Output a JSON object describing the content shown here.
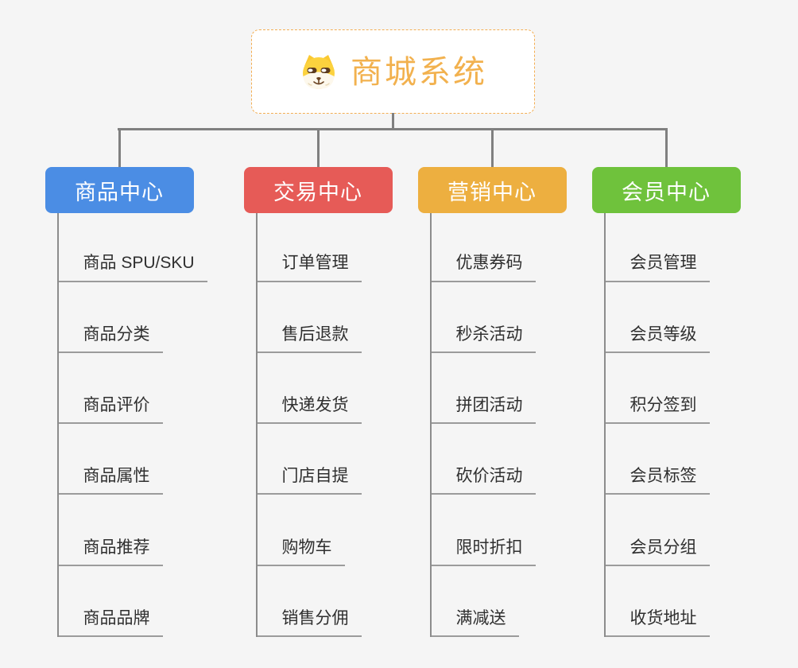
{
  "root": {
    "title": "商城系统",
    "icon": "doge-icon",
    "text_color": "#f2b14e",
    "border_color": "#f3ae53",
    "background": "#ffffff"
  },
  "connector_color": "#808080",
  "canvas_background": "#f5f5f5",
  "leaf_text_color": "#2f2f2f",
  "leaf_line_color": "#9b9b9b",
  "branches": [
    {
      "label": "商品中心",
      "color": "#4b8de4",
      "items": [
        "商品 SPU/SKU",
        "商品分类",
        "商品评价",
        "商品属性",
        "商品推荐",
        "商品品牌"
      ]
    },
    {
      "label": "交易中心",
      "color": "#e65b57",
      "items": [
        "订单管理",
        "售后退款",
        "快递发货",
        "门店自提",
        "购物车",
        "销售分佣"
      ]
    },
    {
      "label": "营销中心",
      "color": "#edaf40",
      "items": [
        "优惠券码",
        "秒杀活动",
        "拼团活动",
        "砍价活动",
        "限时折扣",
        "满减送"
      ]
    },
    {
      "label": "会员中心",
      "color": "#6fc23c",
      "items": [
        "会员管理",
        "会员等级",
        "积分签到",
        "会员标签",
        "会员分组",
        "收货地址"
      ]
    }
  ]
}
